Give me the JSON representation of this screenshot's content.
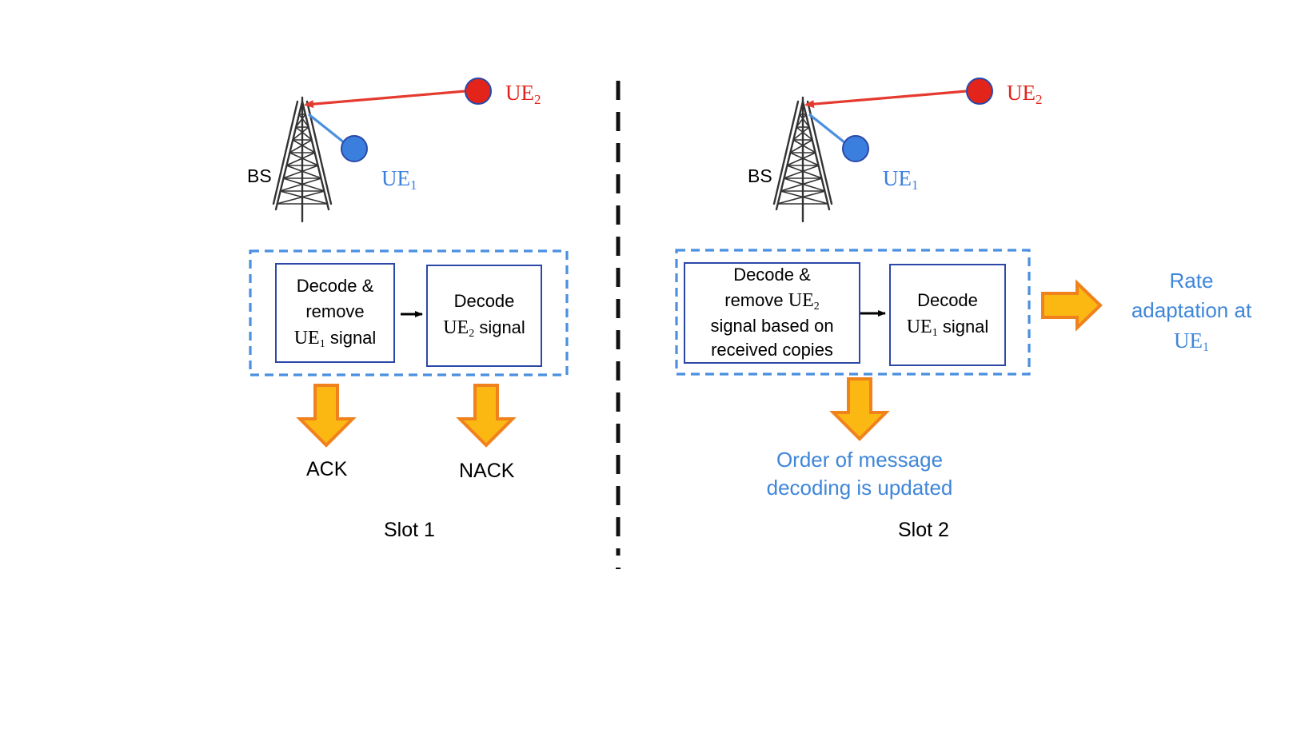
{
  "slot1": {
    "bs_label": "BS",
    "ue2": {
      "base": "UE",
      "sub": "2"
    },
    "ue1": {
      "base": "UE",
      "sub": "1"
    },
    "box1": {
      "line1": "Decode &",
      "line2": "remove",
      "line3_base": "UE",
      "line3_sub": "1",
      "line3_rest": " signal"
    },
    "box2": {
      "line1": "Decode",
      "line2_base": "UE",
      "line2_sub": "2",
      "line2_rest": " signal"
    },
    "ack_label": "ACK",
    "nack_label": "NACK",
    "slot_label": "Slot 1"
  },
  "slot2": {
    "bs_label": "BS",
    "ue2": {
      "base": "UE",
      "sub": "2"
    },
    "ue1": {
      "base": "UE",
      "sub": "1"
    },
    "box1": {
      "line1": "Decode &",
      "line2_pre": "remove ",
      "line2_base": "UE",
      "line2_sub": "2",
      "line3": "signal based on",
      "line4": "received copies"
    },
    "box2": {
      "line1": "Decode",
      "line2_base": "UE",
      "line2_sub": "1",
      "line2_rest": " signal"
    },
    "order_line1": "Order of message",
    "order_line2": "decoding is updated",
    "rate_line1": "Rate",
    "rate_line2": "adaptation at",
    "rate_line3_base": "UE",
    "rate_line3_sub": "1",
    "slot_label": "Slot 2"
  },
  "colors": {
    "ue1": "#3b7fde",
    "ue2": "#e2241b",
    "ue2_link": "#e53a2f",
    "ue1_link": "#4a8fe0",
    "dashed_box": "#4a8fe0",
    "arrow_fill": "#fbb813",
    "arrow_stroke": "#f0821e",
    "divider": "#111111",
    "tower": "#333333"
  },
  "icons": [
    "tower-icon",
    "ue1-dot-icon",
    "ue2-dot-icon",
    "down-arrow-icon",
    "right-arrow-icon"
  ]
}
